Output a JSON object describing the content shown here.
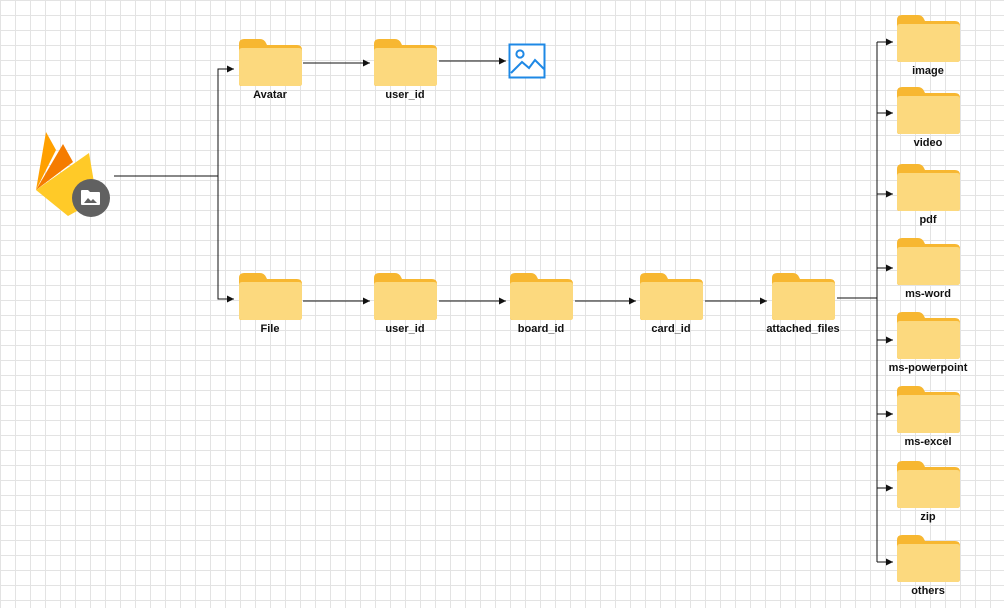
{
  "colors": {
    "folder_back": "#F7B731",
    "folder_front": "#FCD97E",
    "edge": "#111111",
    "image_icon": "#1E88E5",
    "badge": "#616161"
  },
  "root": {
    "icon": "firebase-storage-icon"
  },
  "avatar_branch": {
    "folders": [
      {
        "label": "Avatar"
      },
      {
        "label": "user_id"
      }
    ],
    "leaf_icon": "image-icon"
  },
  "file_branch": {
    "folders": [
      {
        "label": "File"
      },
      {
        "label": "user_id"
      },
      {
        "label": "board_id"
      },
      {
        "label": "card_id"
      },
      {
        "label": "attached_files"
      }
    ]
  },
  "file_types": [
    {
      "label": "image"
    },
    {
      "label": "video"
    },
    {
      "label": "pdf"
    },
    {
      "label": "ms-word"
    },
    {
      "label": "ms-powerpoint"
    },
    {
      "label": "ms-excel"
    },
    {
      "label": "zip"
    },
    {
      "label": "others"
    }
  ]
}
